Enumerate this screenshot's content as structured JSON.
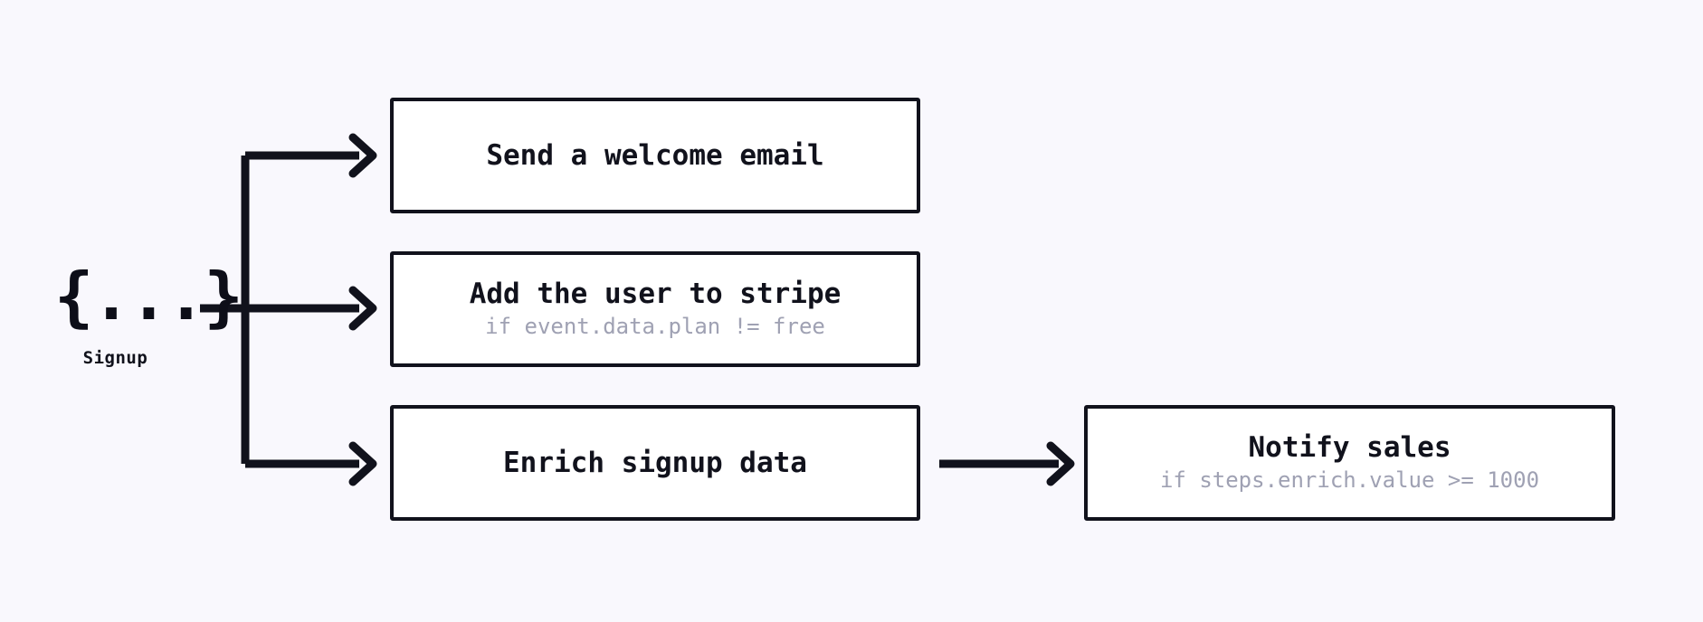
{
  "canvas": {
    "background_color": "#f9f8fd",
    "line_color": "#11121c",
    "box_fill_color": "#ffffff",
    "subtitle_color": "#9fa1b3"
  },
  "trigger": {
    "icon": "json-braces-icon",
    "glyph": "{...}",
    "label": "Signup"
  },
  "steps": [
    {
      "id": "welcome-email",
      "title": "Send a welcome email",
      "subtitle": ""
    },
    {
      "id": "add-stripe",
      "title": "Add the user to stripe",
      "subtitle": "if event.data.plan != free"
    },
    {
      "id": "enrich-data",
      "title": "Enrich signup data",
      "subtitle": ""
    },
    {
      "id": "notify-sales",
      "title": "Notify sales",
      "subtitle": "if steps.enrich.value >= 1000"
    }
  ],
  "connectors": [
    {
      "id": "trigger-to-welcome-email",
      "from": "trigger",
      "to": "welcome-email",
      "style": "elbow-up"
    },
    {
      "id": "trigger-to-add-stripe",
      "from": "trigger",
      "to": "add-stripe",
      "style": "straight"
    },
    {
      "id": "trigger-to-enrich-data",
      "from": "trigger",
      "to": "enrich-data",
      "style": "elbow-down"
    },
    {
      "id": "enrich-data-to-notify-sales",
      "from": "enrich-data",
      "to": "notify-sales",
      "style": "straight"
    }
  ]
}
